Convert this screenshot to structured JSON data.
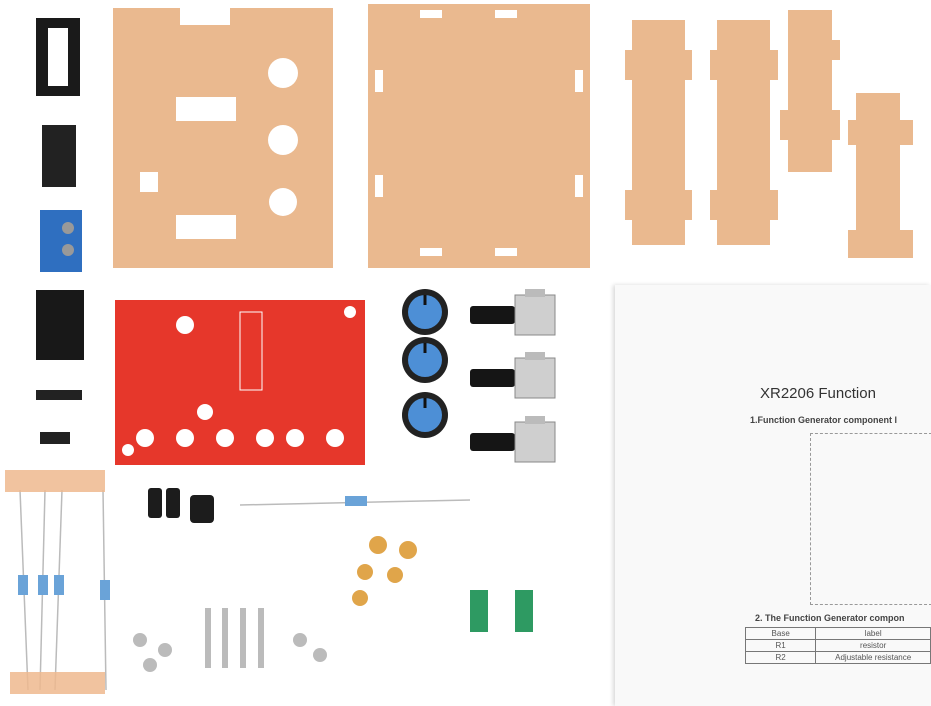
{
  "manual": {
    "title": "XR2206 Function",
    "section1": "1.Function Generator component l",
    "section2": "2. The Function Generator compon",
    "table": {
      "headers": [
        "Base",
        "label"
      ],
      "rows": [
        [
          "R1",
          "resistor"
        ],
        [
          "R2",
          "Adjustable resistance"
        ]
      ]
    }
  },
  "colors": {
    "acrylic": "#eab98f",
    "pcb": "#e6372b",
    "knob_cap": "#4d8fd6",
    "terminal": "#2f6fc0"
  }
}
